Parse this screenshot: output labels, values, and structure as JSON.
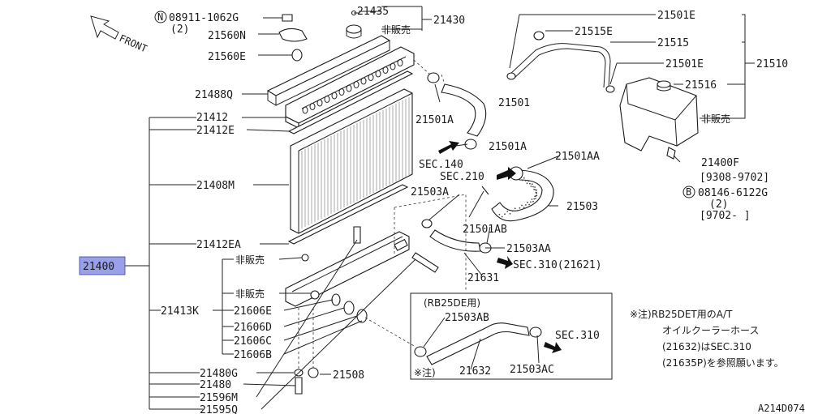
{
  "diagram": {
    "code": "A214D074",
    "front": "FRONT",
    "labels": {
      "p08911": "08911-1062G",
      "p08911_qty": "(2)",
      "p21435": "21435",
      "p21430": "21430",
      "p_hanbai_top": "非販売",
      "p21560N": "21560N",
      "p21560E": "21560E",
      "p21488Q": "21488Q",
      "p21412": "21412",
      "p21412E": "21412E",
      "p21408M": "21408M",
      "p21412EA": "21412EA",
      "p21400": "21400",
      "p_hanbai_1": "非販売",
      "p_hanbai_2": "非販売",
      "p21413K": "21413K",
      "p21606E": "21606E",
      "p21606D": "21606D",
      "p21606C": "21606C",
      "p21606B": "21606B",
      "p21480G": "21480G",
      "p21480": "21480",
      "p21596M": "21596M",
      "p21595Q": "21595Q",
      "p21508": "21508",
      "p21501E_top": "21501E",
      "p21515E": "21515E",
      "p21515": "21515",
      "p21501E_mid": "21501E",
      "p21510": "21510",
      "p21516": "21516",
      "p_hanbai_tank": "非販売",
      "p21501": "21501",
      "p21501A_1": "21501A",
      "p21501A_2": "21501A",
      "p21501AA": "21501AA",
      "sec140": "SEC.140",
      "sec210": "SEC.210",
      "p21503A": "21503A",
      "p21503": "21503",
      "p21501AB": "21501AB",
      "p21503AA": "21503AA",
      "sec310_21621": "SEC.310(21621)",
      "p21631": "21631",
      "p21400F": "21400F",
      "p21400F_range": "[9308-9702]",
      "p08146": "08146-6122G",
      "p08146_qty": "(2)",
      "p08146_range": "[9702- ]",
      "rb25de": "(RB25DE用)",
      "p21503AB": "21503AB",
      "sec310": "SEC.310",
      "note_mark": "※注)",
      "p21632": "21632",
      "p21503AC": "21503AC"
    },
    "note": {
      "line1": "※注)RB25DET用のA/T",
      "line2": "オイルクーラーホース",
      "line3": "(21632)はSEC.310",
      "line4": "(21635P)を参照願います。"
    }
  }
}
